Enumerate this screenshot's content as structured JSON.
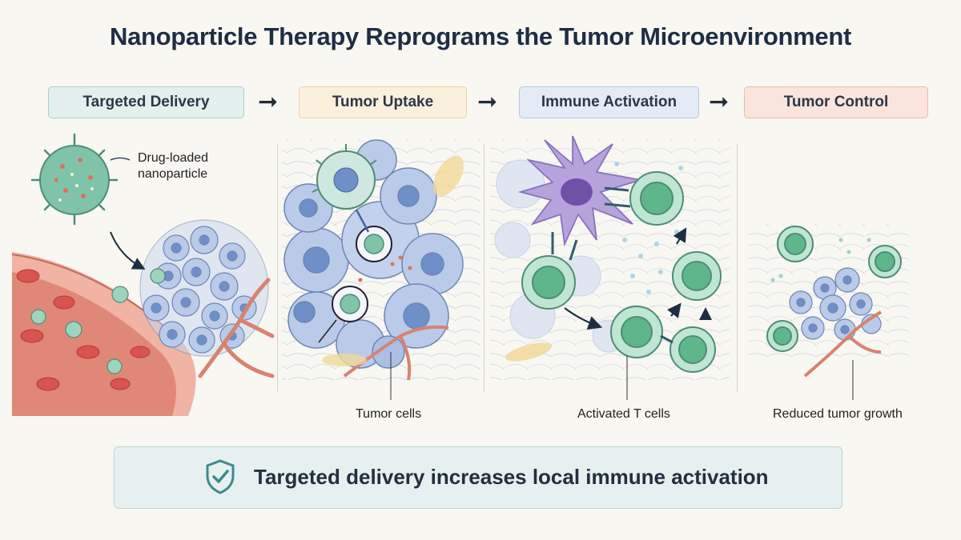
{
  "title": "Nanoparticle Therapy Reprograms the Tumor Microenvironment",
  "steps": [
    {
      "label": "Targeted Delivery",
      "fill": "#e4f0ee",
      "stroke": "#a9cfc9"
    },
    {
      "label": "Tumor Uptake",
      "fill": "#fbf0dc",
      "stroke": "#ecd2a3"
    },
    {
      "label": "Immune Activation",
      "fill": "#e4ebf6",
      "stroke": "#b3c6e3"
    },
    {
      "label": "Tumor Control",
      "fill": "#fbe4dc",
      "stroke": "#eebaa6"
    }
  ],
  "arrow_glyph": "➞",
  "labels": {
    "nanoparticle": "Drug-loaded\nnanoparticle",
    "tumor_cells": "Tumor cells",
    "activated_t_cells": "Activated T cells",
    "reduced_growth": "Reduced tumor growth"
  },
  "banner": {
    "text": "Targeted delivery increases local immune activation",
    "icon": "shield-check-icon",
    "accent": "#3b8c8a"
  },
  "colors": {
    "tumor_cell": "#b9cbe8",
    "tumor_nucleus": "#6f8fc8",
    "nanoparticle": "#7fc4a8",
    "t_cell": "#8fd3b0",
    "dendritic_cell": "#b7a3dc",
    "vessel": "#e08878",
    "red_blood_cell": "#d9534f"
  }
}
